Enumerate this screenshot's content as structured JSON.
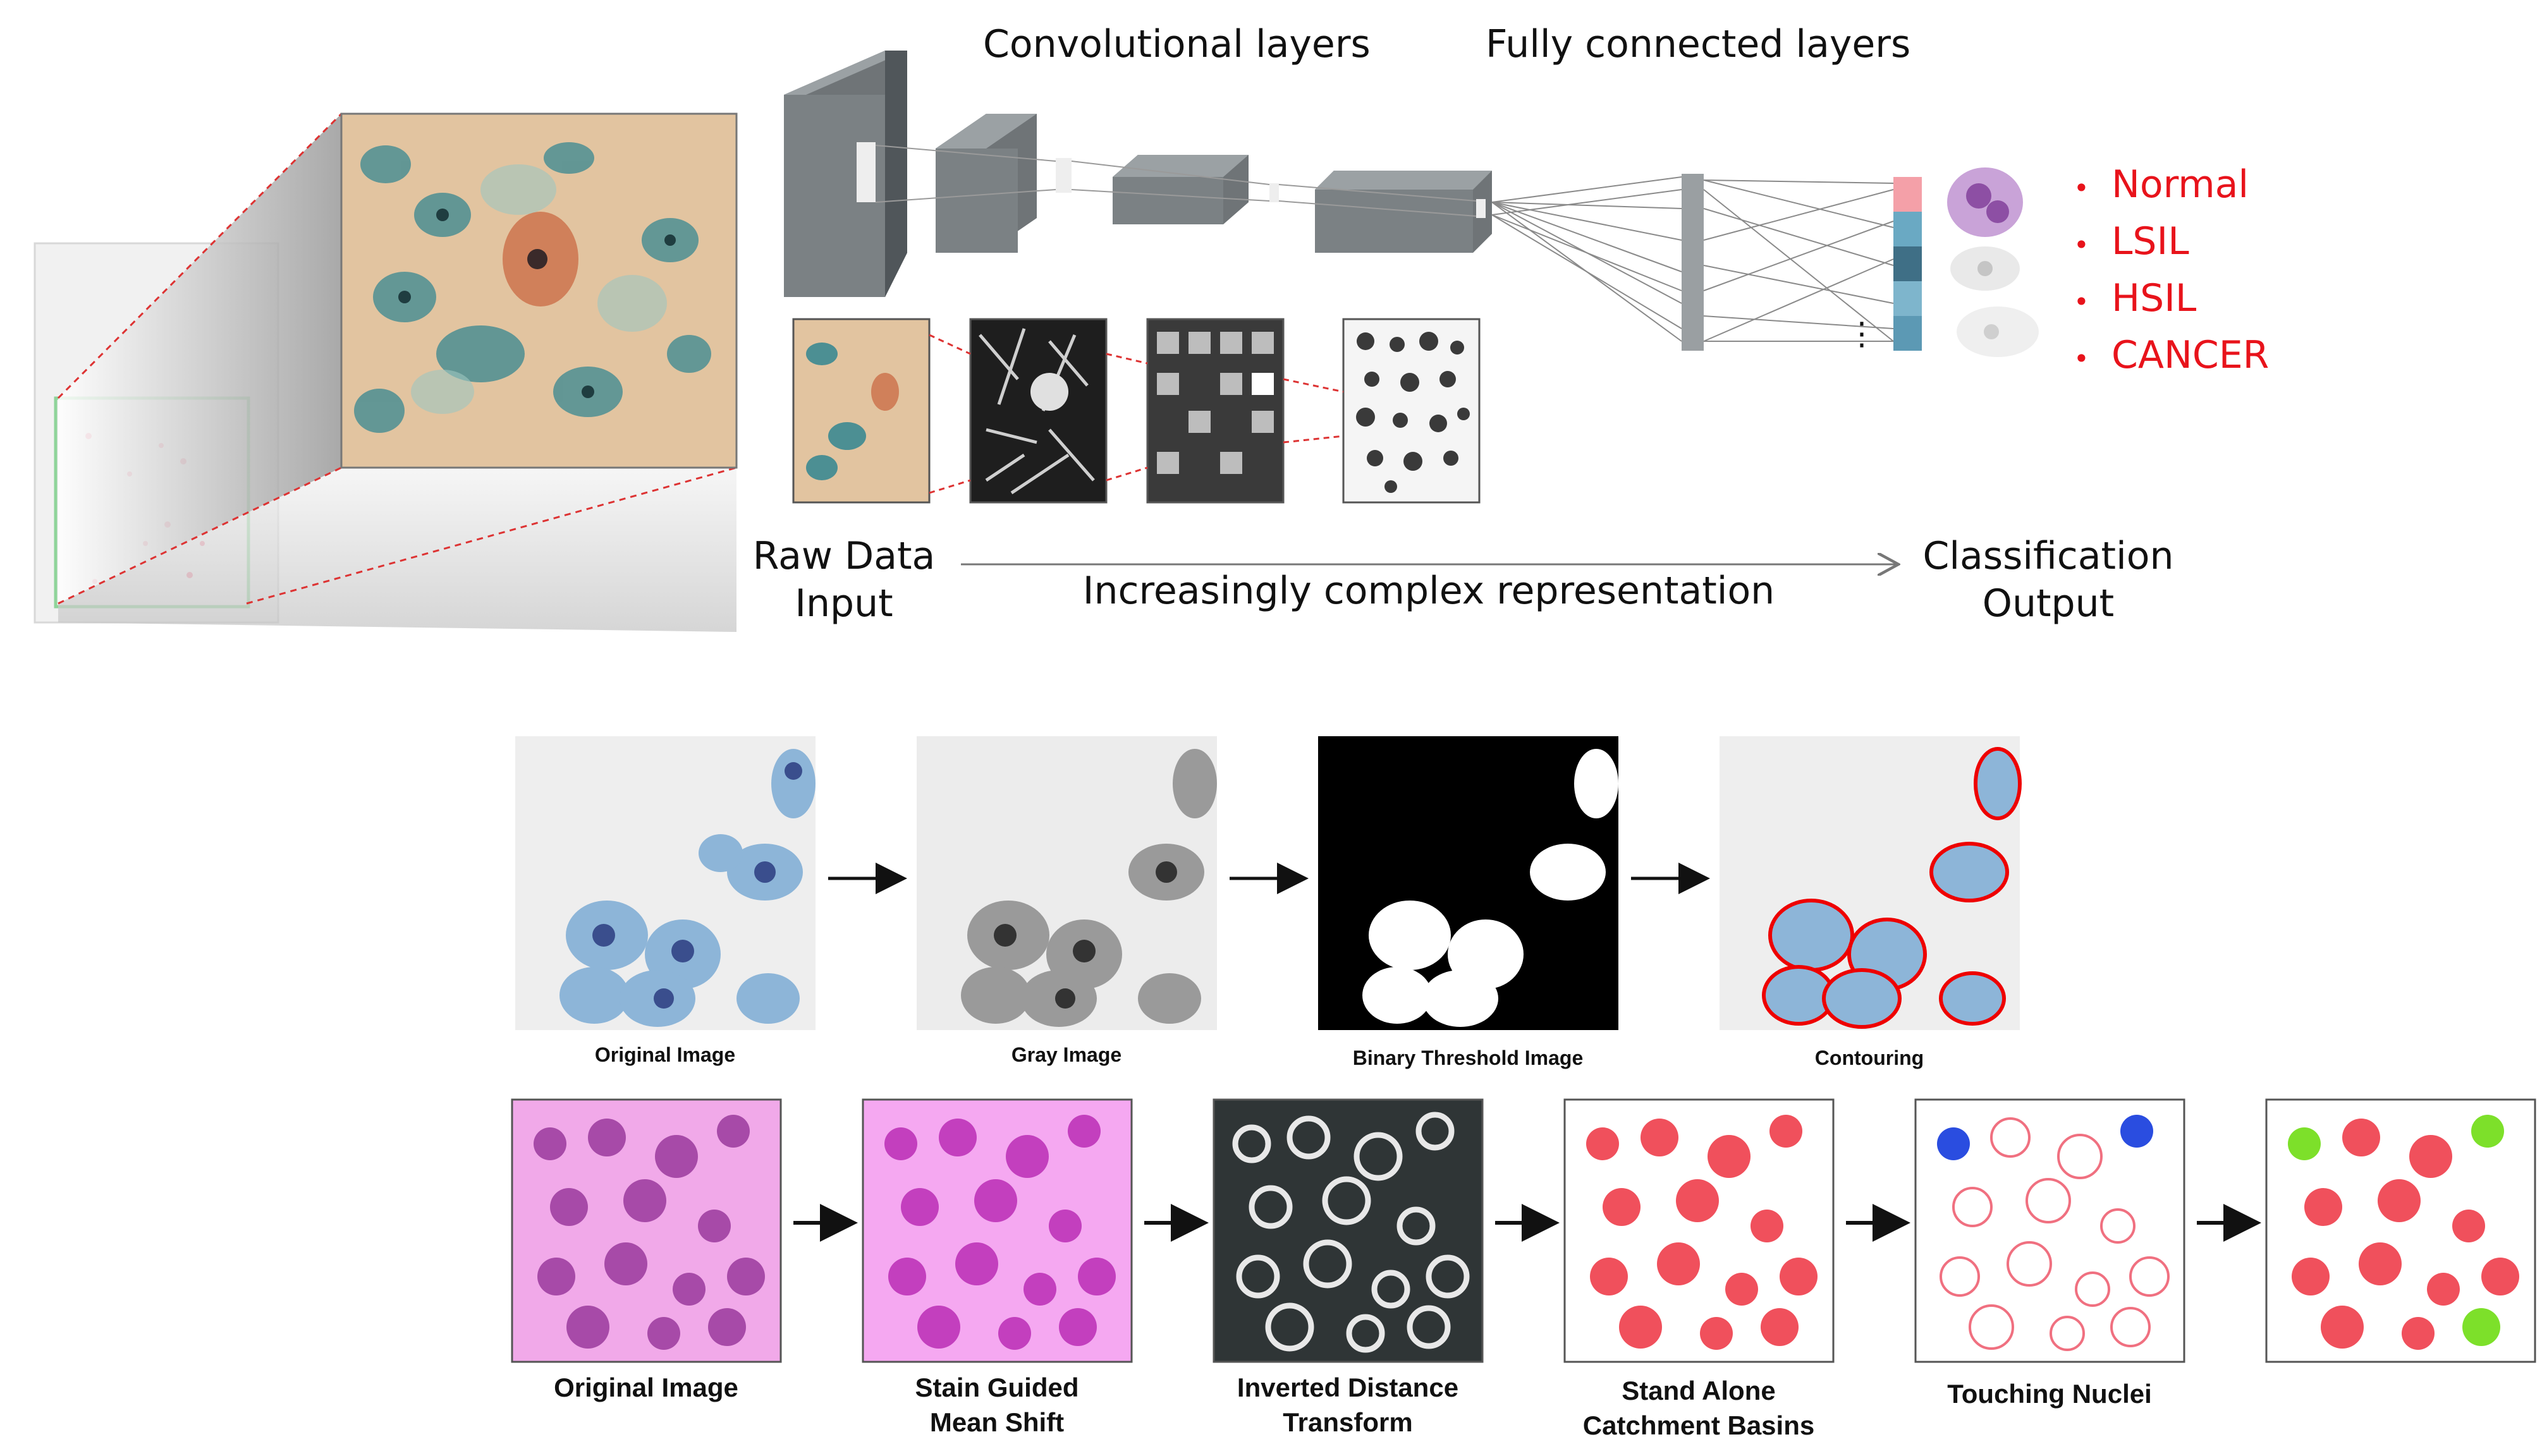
{
  "cnn": {
    "conv_label": "Convolutional layers",
    "fc_label": "Fully connected layers",
    "raw_label_1": "Raw Data",
    "raw_label_2": "Input",
    "arrow_label": "Increasingly complex representation",
    "out_label_1": "Classification",
    "out_label_2": "Output",
    "ellipsis": "⋮",
    "classes": [
      "Normal",
      "LSIL",
      "HSIL",
      "CANCER"
    ],
    "bullet": "•",
    "class_color": "#e8131b",
    "output_colors": [
      "#f4a0a8",
      "#6aa9c3",
      "#3f6f86",
      "#7eb5cc",
      "#5c99b4"
    ]
  },
  "pipeline1": {
    "captions": [
      "Original Image",
      "Gray Image",
      "Binary Threshold Image",
      "Contouring"
    ]
  },
  "pipeline2": {
    "captions": [
      [
        "Original Image"
      ],
      [
        "Stain Guided",
        "Mean Shift"
      ],
      [
        "Inverted Distance",
        "Transform"
      ],
      [
        "Stand Alone",
        "Catchment Basins"
      ],
      [
        "Touching Nuclei"
      ],
      []
    ]
  }
}
